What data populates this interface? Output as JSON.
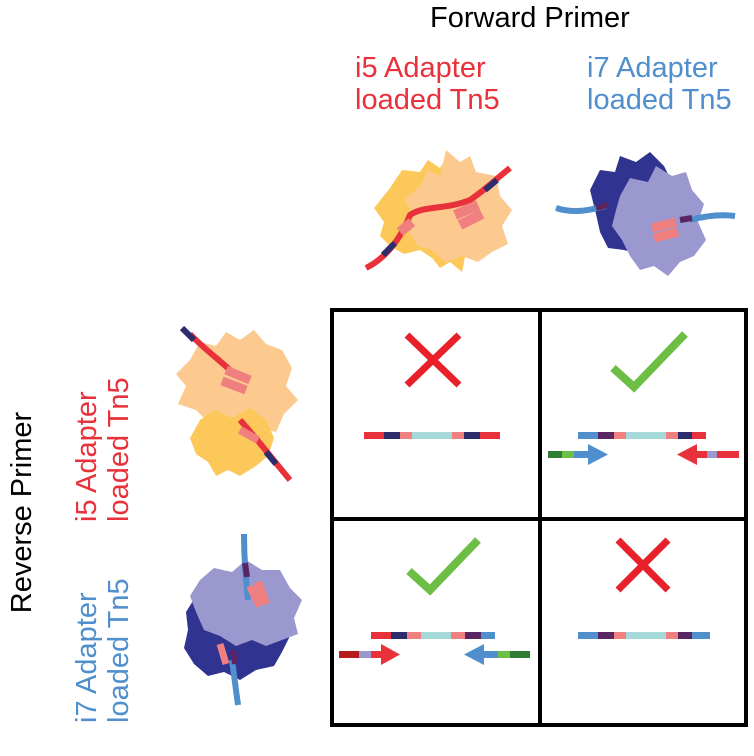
{
  "forward_primer": "Forward Primer",
  "reverse_primer": "Reverse Primer",
  "columns": [
    {
      "line1": "i5 Adapter",
      "line2": "loaded Tn5",
      "color": "#e8313a"
    },
    {
      "line1": "i7 Adapter",
      "line2": "loaded Tn5",
      "color": "#4f8fcd"
    }
  ],
  "rows": [
    {
      "line1": "i5 Adapter",
      "line2": "loaded Tn5",
      "color": "#e8313a"
    },
    {
      "line1": "i7 Adapter",
      "line2": "loaded Tn5",
      "color": "#4f8fcd"
    }
  ],
  "cells": [
    {
      "row": 1,
      "col": 1,
      "result": "cross-icon"
    },
    {
      "row": 1,
      "col": 2,
      "result": "check-icon"
    },
    {
      "row": 2,
      "col": 1,
      "result": "check-icon"
    },
    {
      "row": 2,
      "col": 2,
      "result": "cross-icon"
    }
  ],
  "colors": {
    "i5_red": "#e8313a",
    "i7_blue": "#4f8fcd",
    "check_green": "#6cbe45",
    "cross_red": "#e8202a",
    "tn5_light": "#fcc98f",
    "tn5_yellow": "#fdc85a",
    "tn5_lavender": "#9b98cf",
    "tn5_navy": "#30338f"
  }
}
